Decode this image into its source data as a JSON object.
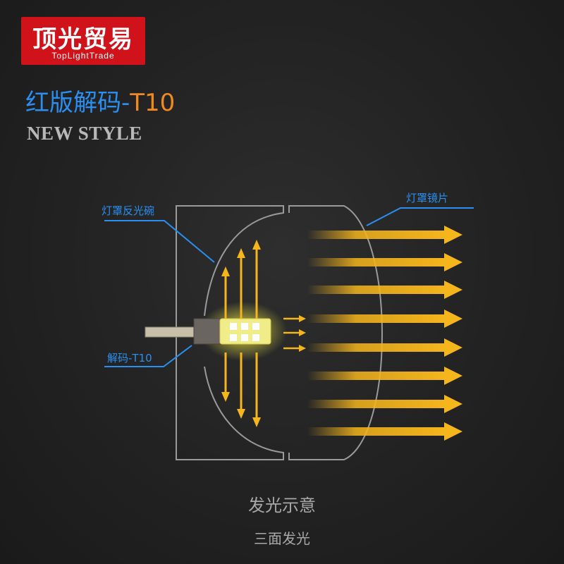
{
  "brand": {
    "name_cn": "顶光贸易",
    "name_en": "TopLightTrade"
  },
  "headline": {
    "cn": "红版解码-",
    "code": "T10"
  },
  "subline": "NEW STYLE",
  "labels": {
    "reflector": "灯罩反光碗",
    "lens": "灯罩镜片",
    "bulb": "解码-T10"
  },
  "captions": {
    "title": "发光示意",
    "subtitle": "三面发光"
  },
  "colors": {
    "accent_blue": "#2a8ff0",
    "brand_red": "#d0131b",
    "light_yellow": "#f5b51c",
    "code_orange": "#f08a1c"
  }
}
